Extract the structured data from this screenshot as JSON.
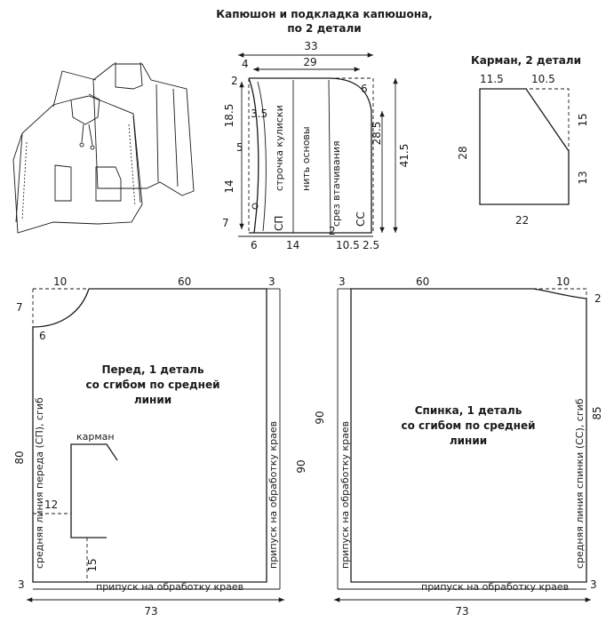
{
  "hood": {
    "title_line1": "Капюшон и подкладка капюшона,",
    "title_line2": "по 2 детали",
    "dims": {
      "total_width": "33",
      "inner_width": "29",
      "top_offset": "4",
      "top_left": "2",
      "top_right": "6",
      "curve_depth": "3.5",
      "h_upper": "18.5",
      "h_mid": "5",
      "h_lower": "14",
      "h_bottom": "7",
      "right_h": "28.5",
      "total_h": "41.5",
      "bottom_left": "6",
      "bottom_mid": "14",
      "bottom_seam": "2",
      "bottom_right": "10.5",
      "bottom_end": "2.5"
    },
    "labels": {
      "drawstring": "строчка кулиски",
      "grain": "нить основы",
      "seam_edge": "срез втачивания",
      "sp": "СП",
      "ss": "СС"
    }
  },
  "pocket": {
    "title": "Карман, 2 детали",
    "dims": {
      "top_left": "11.5",
      "top_right": "10.5",
      "right_upper": "15",
      "right_lower": "13",
      "left": "28",
      "bottom": "22"
    }
  },
  "front": {
    "title_line1": "Перед, 1 деталь",
    "title_line2": "со сгибом по средней",
    "title_line3": "линии",
    "dims": {
      "neck_w": "10",
      "width_top": "60",
      "corner": "3",
      "neck_h": "7",
      "neck_small": "6",
      "height": "80",
      "side_h": "90",
      "pocket_offset": "12",
      "pocket_from_hem": "15",
      "hem": "3",
      "total_width": "73"
    },
    "labels": {
      "center_fold": "средняя линия переда (СП), сгиб",
      "side_allowance": "припуск на обработку краев",
      "hem_allowance": "припуск на обработку краев",
      "pocket": "карман"
    }
  },
  "back": {
    "title_line1": "Спинка, 1 деталь",
    "title_line2": "со сгибом по средней",
    "title_line3": "линии",
    "dims": {
      "corner": "3",
      "width_top": "60",
      "neck_w": "10",
      "neck_h": "2",
      "side_h": "90",
      "height": "85",
      "hem": "3",
      "total_width": "73"
    },
    "labels": {
      "center_fold": "средняя линия спинки (СС), сгиб",
      "side_allowance": "припуск на обработку краев",
      "hem_allowance": "припуск на обработку краев"
    }
  }
}
